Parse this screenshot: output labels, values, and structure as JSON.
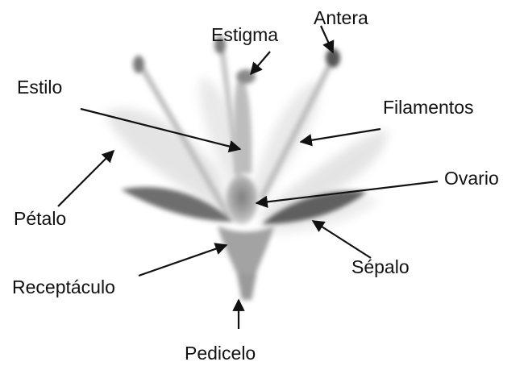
{
  "labels": {
    "antera": "Antera",
    "estigma": "Estigma",
    "estilo": "Estilo",
    "filamentos": "Filamentos",
    "petalo": "Pétalo",
    "ovario": "Ovario",
    "receptaculo": "Receptáculo",
    "sepalo": "Sépalo",
    "pedicelo": "Pedicelo"
  },
  "colors": {
    "ink": "#111111",
    "petal": "#d9d9d9",
    "sepal": "#6b6b6b",
    "core": "#8a8a8a"
  }
}
